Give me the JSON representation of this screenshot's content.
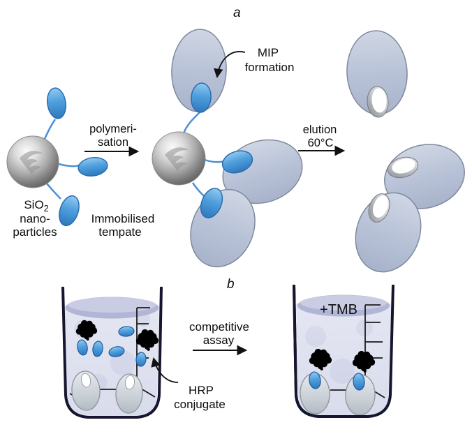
{
  "figure": {
    "panel_a": {
      "label": "a",
      "sio2_main": "SiO",
      "sio2_sub": "2",
      "sio2_line2": "nano-",
      "sio2_line3": "particles",
      "immobilised_line1": "Immobilised",
      "immobilised_line2": "tempate",
      "polymerisation_line1": "polymeri-",
      "polymerisation_line2": "sation",
      "mip_formation_line1": "MIP",
      "mip_formation_line2": "formation",
      "elution_line1": "elution",
      "elution_line2": "60°C"
    },
    "panel_b": {
      "label": "b",
      "competitive_line1": "competitive",
      "competitive_line2": "assay",
      "hrp_line1": "HRP",
      "hrp_line2": "conjugate",
      "tmb_label": "+TMB"
    },
    "colors": {
      "template_blue": "#4f9fdd",
      "template_blue_dark": "#2a6cae",
      "mip_polymer": "#b7c1d6",
      "mip_outline": "#7f8a9d",
      "sio2_gray": "#a8a8a8",
      "hrp_black": "#000000",
      "liquid": "#dfe2ef",
      "liquid_surface": "#b2b6d6",
      "beaker_outline": "#15152e",
      "arrow": "#111111"
    }
  }
}
